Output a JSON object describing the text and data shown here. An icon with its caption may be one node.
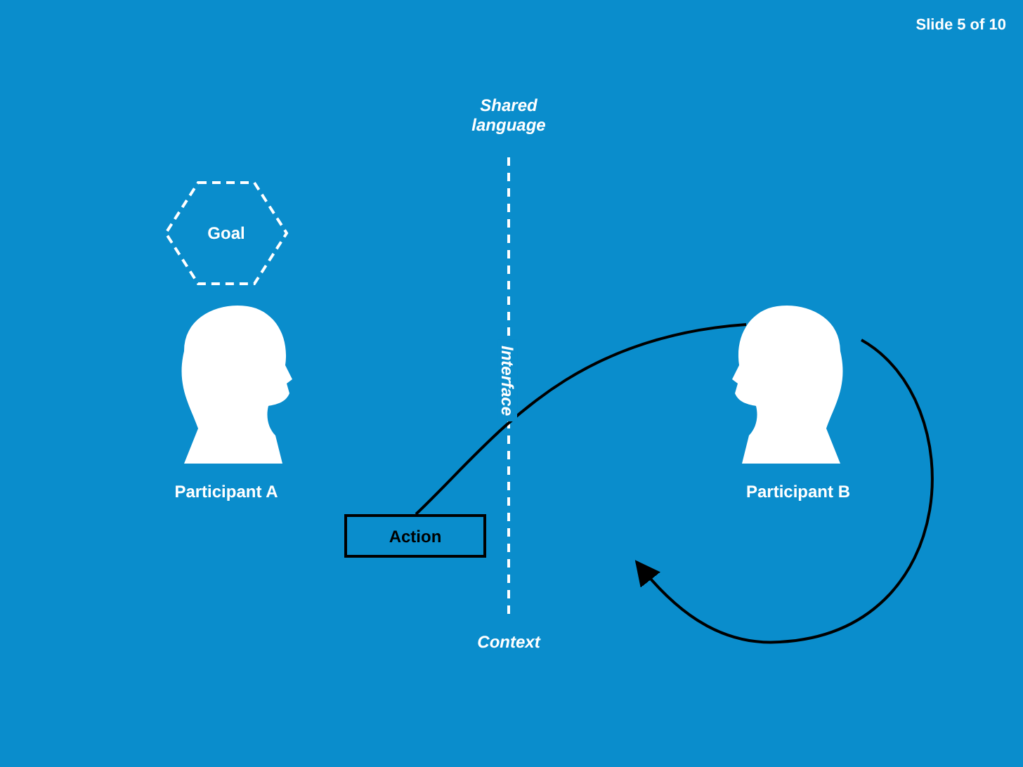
{
  "diagram": {
    "nodes": [
      {
        "text": [
          "Goal"
        ]
      },
      {
        "text": [],
        "shape": "person",
        "beside": [
          "Participant A"
        ]
      },
      {
        "text": [],
        "shape": "person",
        "beside": [
          "Participant B"
        ]
      },
      {
        "text": [
          "Action"
        ]
      }
    ],
    "edges": [
      {
        "from": 3,
        "to": 2,
        "arrow": "none"
      },
      {
        "from": 2,
        "to": null,
        "arrow": "to"
      }
    ],
    "labels": [
      "Slide **5** of **10**",
      "Shared language",
      "Interface",
      "Context"
    ]
  }
}
